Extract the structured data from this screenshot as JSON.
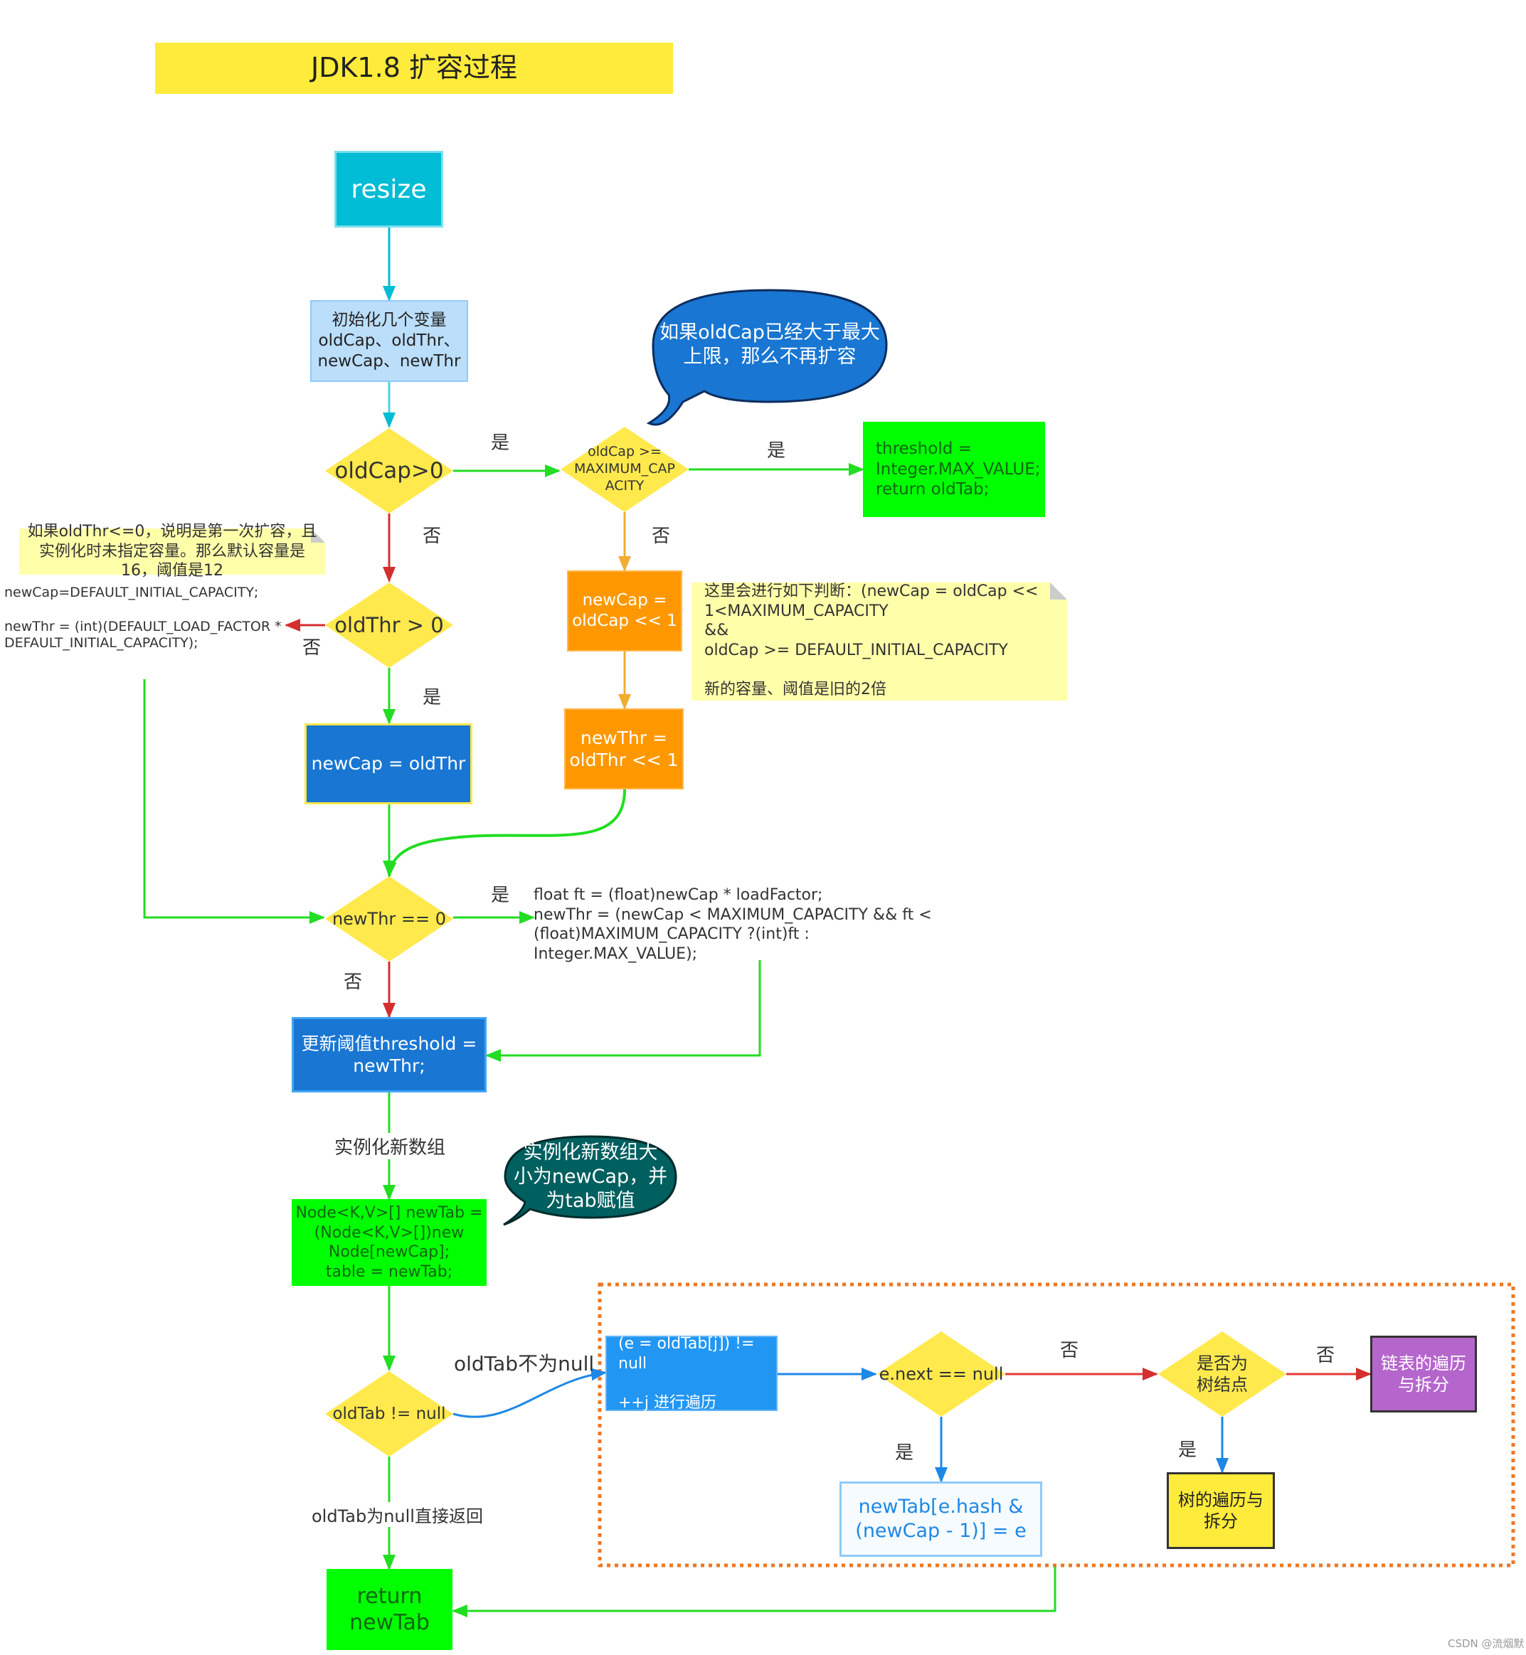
{
  "title": "JDK1.8 扩容过程",
  "nodes": {
    "resize": "resize",
    "init": "初始化几个变量\noldCap、oldThr、\nnewCap、newThr",
    "old_cap_gt0": "oldCap>0",
    "old_cap_max": "oldCap >=\nMAXIMUM_CAP\nACITY",
    "threshold_max": "threshold =\nInteger.MAX_VALUE;\nreturn oldTab;",
    "new_cap_shift": "newCap =\noldCap << 1",
    "new_thr_shift": "newThr =\noldThr << 1",
    "old_thr_gt0": "oldThr > 0",
    "new_cap_eq_old_thr": "newCap = oldThr",
    "new_thr_eq0": "newThr == 0",
    "update_threshold": "更新阈值threshold =\nnewThr;",
    "new_tab": "Node<K,V>[] newTab =\n(Node<K,V>[])new\nNode[newCap];\ntable = newTab;",
    "old_tab_not_null": "oldTab != null",
    "return_new_tab": "return\nnewTab",
    "loop": "(e = oldTab[j]) != null\n\n++j 进行遍历",
    "e_next_null": "e.next == null",
    "is_tree_node": "是否为\n树结点",
    "list_split": "链表的遍历\n与拆分",
    "tree_split": "树的遍历与\n拆分",
    "new_tab_assign": "newTab[e.hash &\n(newCap - 1)] = e"
  },
  "notes": {
    "default_cap": "newCap=DEFAULT_INITIAL_CAPACITY;\n\nnewThr = (int)(DEFAULT_LOAD_FACTOR *\nDEFAULT_INITIAL_CAPACITY);",
    "ft_calc": "float ft = (float)newCap * loadFactor;\nnewThr = (newCap < MAXIMUM_CAPACITY && ft <\n(float)MAXIMUM_CAPACITY ?(int)ft : Integer.MAX_VALUE);",
    "sticky_first": "如果oldThr<=0，说明是第一次扩容，且\n实例化时未指定容量。那么默认容量是\n16，阈值是12",
    "sticky_judge": "这里会进行如下判断：(newCap = oldCap <<\n1<MAXIMUM_CAPACITY\n&&\noldCap >= DEFAULT_INITIAL_CAPACITY\n\n新的容量、阈值是旧的2倍",
    "bubble_max": "如果oldCap已经大于最大\n上限，那么不再扩容",
    "bubble_array": "实例化新数组大\n小为newCap，并\n为tab赋值"
  },
  "edge_labels": {
    "yes": "是",
    "no": "否",
    "instantiate": "实例化新数组",
    "old_tab_not_null": "oldTab不为null",
    "old_tab_null": "oldTab为null直接返回"
  },
  "watermark": "CSDN @流烟默",
  "colors": {
    "title_bg": "#ffeb3b",
    "resize": "#00bcd4",
    "init": "#bbdefb",
    "diamond": "#ffe94d",
    "green_box": "#00ff00",
    "orange": "#ff9800",
    "blue_box": "#1976d2",
    "loop_box": "#2196f3",
    "purple": "#b566cc",
    "yellow_box": "#ffeb3b",
    "sticky": "#ffffaa",
    "bubble_blue": "#1976d2",
    "bubble_teal": "#005f5f",
    "arrow_cyan": "#00bcd4",
    "arrow_green": "#22dd22",
    "arrow_red": "#d32f2f",
    "arrow_orange": "#f0ad30",
    "arrow_blue": "#1e88e5",
    "dotted_border": "#ee7722"
  }
}
